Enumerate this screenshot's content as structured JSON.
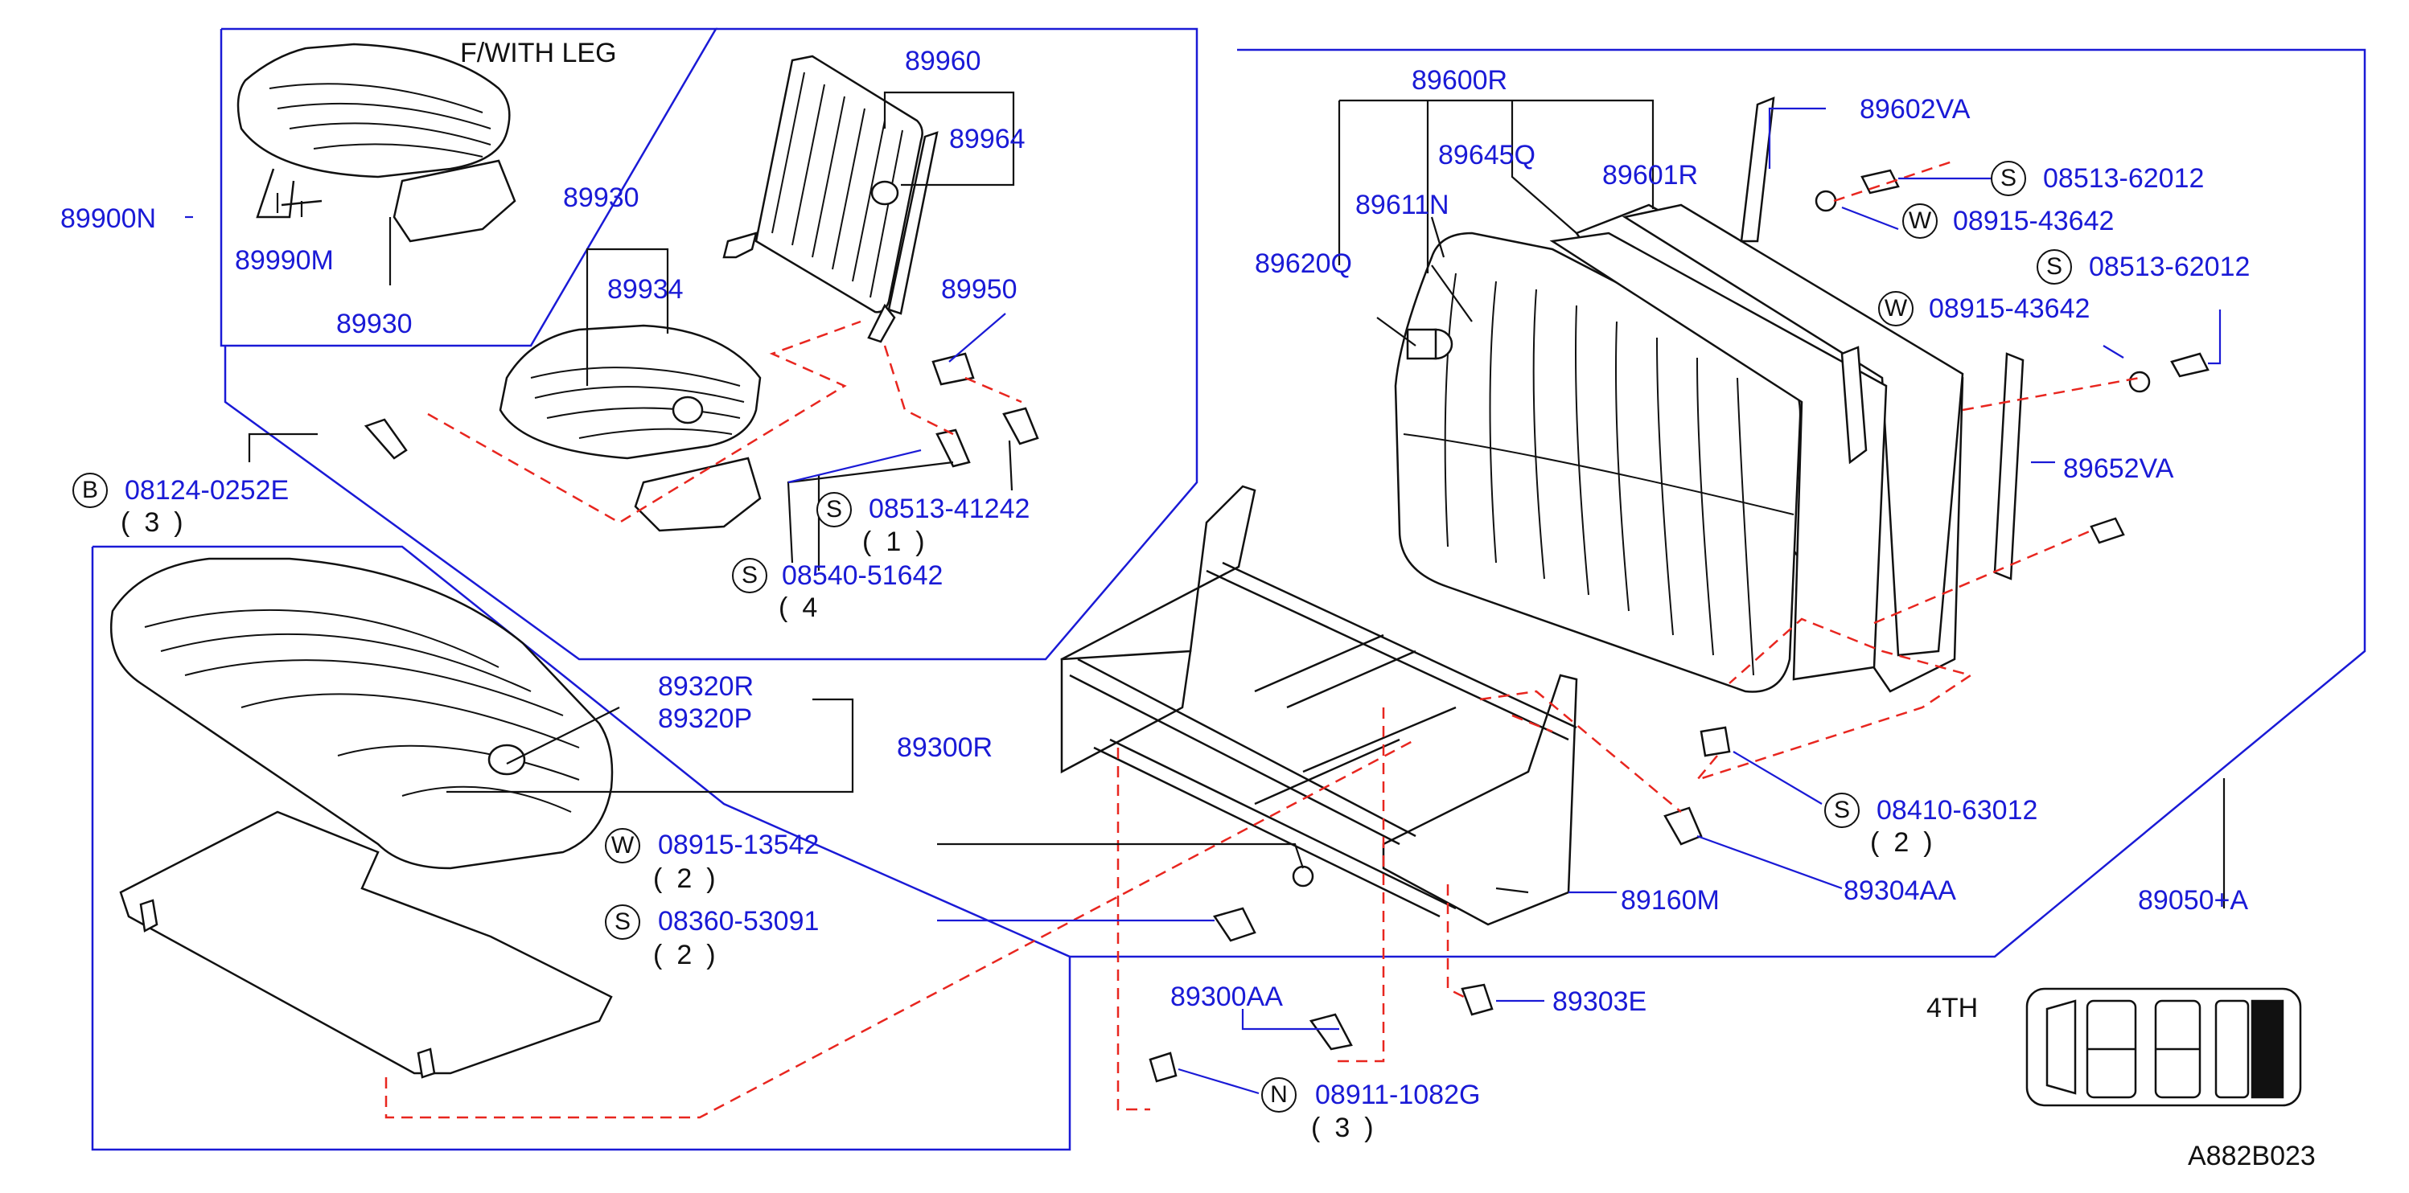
{
  "diagram": {
    "header_note": "F/WITH   LEG",
    "figure_code": "A882B023",
    "position_label": "4TH",
    "parts": {
      "p89900N": "89900N",
      "p89990M": "89990M",
      "p89930a": "89930",
      "p89930b": "89930",
      "p89934": "89934",
      "p89960": "89960",
      "p89964": "89964",
      "p89950": "89950",
      "p89600R": "89600R",
      "p89645Q": "89645Q",
      "p89601R": "89601R",
      "p89611N": "89611N",
      "p89620Q": "89620Q",
      "p89602VA": "89602VA",
      "p89652VA": "89652VA",
      "p89320R": "89320R",
      "p89320P": "89320P",
      "p89300R": "89300R",
      "p89160M": "89160M",
      "p89304AA": "89304AA",
      "p89050A": "89050+A",
      "p89300AA": "89300AA",
      "p89303E": "89303E"
    },
    "fasteners": [
      {
        "prefix": "B",
        "number": "08124-0252E",
        "qty": "(3)"
      },
      {
        "prefix": "S",
        "number": "08513-41242",
        "qty": "(1)"
      },
      {
        "prefix": "S",
        "number": "08540-51642",
        "qty": "(4"
      },
      {
        "prefix": "S",
        "number": "08513-62012",
        "qty": ""
      },
      {
        "prefix": "W",
        "number": "08915-43642",
        "qty": ""
      },
      {
        "prefix": "S",
        "number": "08513-62012",
        "qty": ""
      },
      {
        "prefix": "W",
        "number": "08915-43642",
        "qty": ""
      },
      {
        "prefix": "S",
        "number": "08410-63012",
        "qty": "(2)"
      },
      {
        "prefix": "W",
        "number": "08915-13542",
        "qty": "(2)"
      },
      {
        "prefix": "S",
        "number": "08360-53091",
        "qty": "(2)"
      },
      {
        "prefix": "N",
        "number": "08911-1082G",
        "qty": "(3)"
      }
    ],
    "colors": {
      "part_label": "#1a1ad6",
      "leader_line": "#1a1ad6",
      "dashed_guide": "#e8261f",
      "drawing_line": "#111111",
      "highlight_seat": "#111111"
    }
  }
}
